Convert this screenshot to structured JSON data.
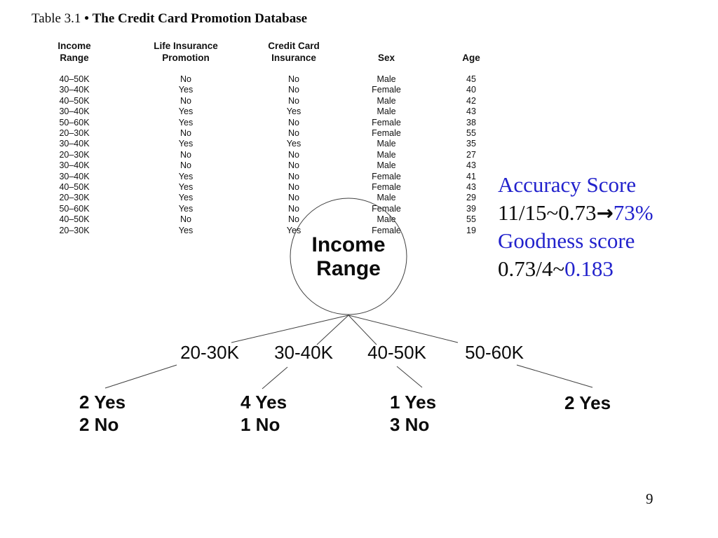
{
  "title": {
    "prefix": "Table 3.1",
    "separator": "•",
    "name": "The Credit Card Promotion Database"
  },
  "table": {
    "headers": [
      {
        "lines": [
          "Income",
          "Range"
        ]
      },
      {
        "lines": [
          "Life Insurance",
          "Promotion"
        ]
      },
      {
        "lines": [
          "Credit Card",
          "Insurance"
        ]
      },
      {
        "lines": [
          "Sex"
        ]
      },
      {
        "lines": [
          "Age"
        ]
      }
    ],
    "rows": [
      [
        "40–50K",
        "No",
        "No",
        "Male",
        "45"
      ],
      [
        "30–40K",
        "Yes",
        "No",
        "Female",
        "40"
      ],
      [
        "40–50K",
        "No",
        "No",
        "Male",
        "42"
      ],
      [
        "30–40K",
        "Yes",
        "Yes",
        "Male",
        "43"
      ],
      [
        "50–60K",
        "Yes",
        "No",
        "Female",
        "38"
      ],
      [
        "20–30K",
        "No",
        "No",
        "Female",
        "55"
      ],
      [
        "30–40K",
        "Yes",
        "Yes",
        "Male",
        "35"
      ],
      [
        "20–30K",
        "No",
        "No",
        "Male",
        "27"
      ],
      [
        "30–40K",
        "No",
        "No",
        "Male",
        "43"
      ],
      [
        "30–40K",
        "Yes",
        "No",
        "Female",
        "41"
      ],
      [
        "40–50K",
        "Yes",
        "No",
        "Female",
        "43"
      ],
      [
        "20–30K",
        "Yes",
        "No",
        "Male",
        "29"
      ],
      [
        "50–60K",
        "Yes",
        "No",
        "Female",
        "39"
      ],
      [
        "40–50K",
        "No",
        "No",
        "Male",
        "55"
      ],
      [
        "20–30K",
        "Yes",
        "Yes",
        "Female",
        "19"
      ]
    ]
  },
  "tree": {
    "root": {
      "lines": [
        "Income",
        "Range"
      ]
    },
    "branches": [
      {
        "label": "20-30K",
        "counts": [
          "2 Yes",
          "2 No"
        ]
      },
      {
        "label": "30-40K",
        "counts": [
          "4 Yes",
          "1 No"
        ]
      },
      {
        "label": "40-50K",
        "counts": [
          "1 Yes",
          "3 No"
        ]
      },
      {
        "label": "50-60K",
        "counts": [
          "2 Yes"
        ]
      }
    ]
  },
  "annotation": {
    "accuracy_label": "Accuracy Score",
    "accuracy_value": "11/15~0.73",
    "arrow": "→",
    "accuracy_percent": "73%",
    "goodness_label": "Goodness score",
    "goodness_value": "0.73/4~",
    "goodness_result": "0.183"
  },
  "page_number": "9",
  "colors": {
    "highlight_blue": "#2222cc",
    "text": "#0b0b0b",
    "tree_line": "#3f3f3f"
  }
}
